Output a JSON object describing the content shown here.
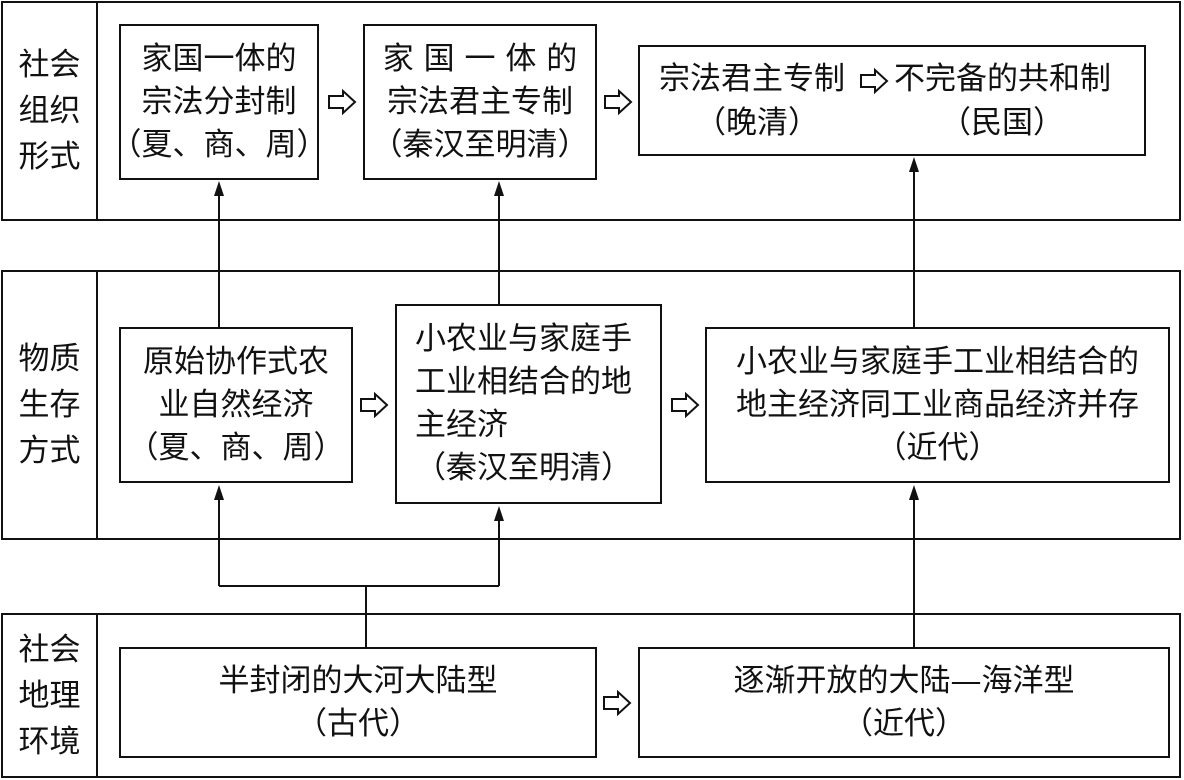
{
  "bands": {
    "social_org": {
      "label_lines": [
        "社会",
        "组织",
        "形式"
      ]
    },
    "material": {
      "label_lines": [
        "物质",
        "生存",
        "方式"
      ]
    },
    "geography": {
      "label_lines": [
        "社会",
        "地理",
        "环境"
      ]
    }
  },
  "social_org": {
    "box1": [
      "家国一体的",
      "宗法分封制",
      "（夏、商、周）"
    ],
    "box2": [
      "家 国 一 体 的",
      "宗法君主专制",
      "（秦汉至明清）"
    ],
    "box3": {
      "left_top": "宗法君主专制",
      "right_top": "不完备的共和制",
      "left_bottom": "（晚清）",
      "right_bottom": "（民国）"
    }
  },
  "material": {
    "box1": [
      "原始协作式农",
      "业自然经济",
      "（夏、商、周）"
    ],
    "box2": [
      "小农业与家庭手",
      "工业相结合的地",
      "主经济",
      "（秦汉至明清）"
    ],
    "box3": [
      "小农业与家庭手工业相结合的",
      "地主经济同工业商品经济并存",
      "（近代）"
    ]
  },
  "geography": {
    "box1": [
      "半封闭的大河大陆型",
      "（古代）"
    ],
    "box2": [
      "逐渐开放的大陆—海洋型",
      "（近代）"
    ]
  },
  "icons": [
    "hollow-right-arrow-icon",
    "up-arrow-icon"
  ]
}
